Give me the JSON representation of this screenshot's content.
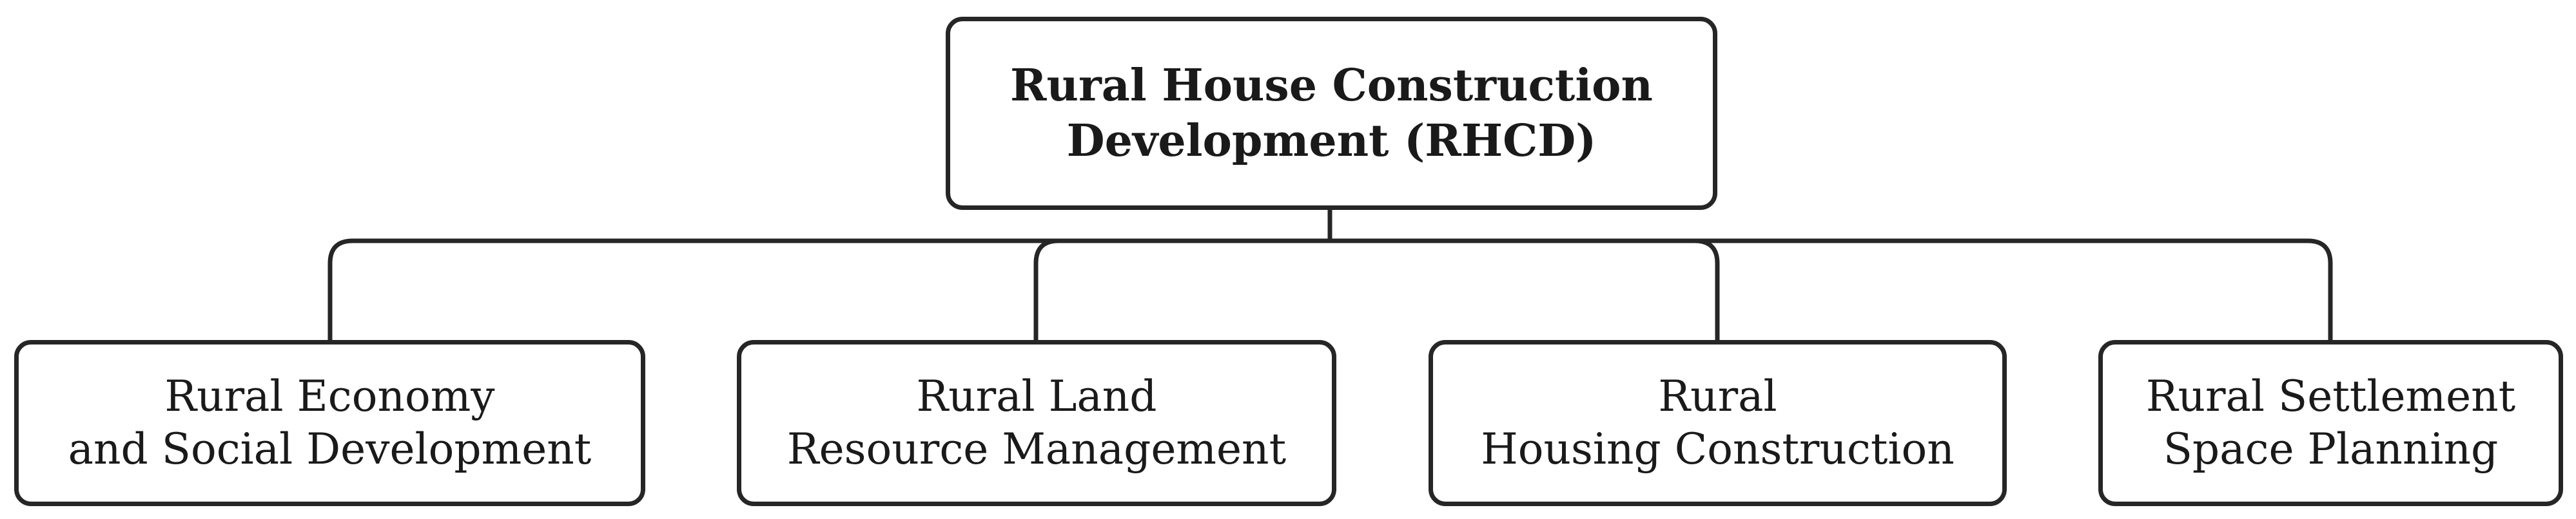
{
  "diagram": {
    "root": {
      "lines": [
        "Rural House Construction",
        "Development (RHCD)"
      ]
    },
    "children": [
      {
        "lines": [
          "Rural Economy",
          "and Social Development"
        ]
      },
      {
        "lines": [
          "Rural Land",
          "Resource Management"
        ]
      },
      {
        "lines": [
          "Rural",
          "Housing Construction"
        ]
      },
      {
        "lines": [
          "Rural Settlement",
          "Space Planning"
        ]
      }
    ]
  }
}
